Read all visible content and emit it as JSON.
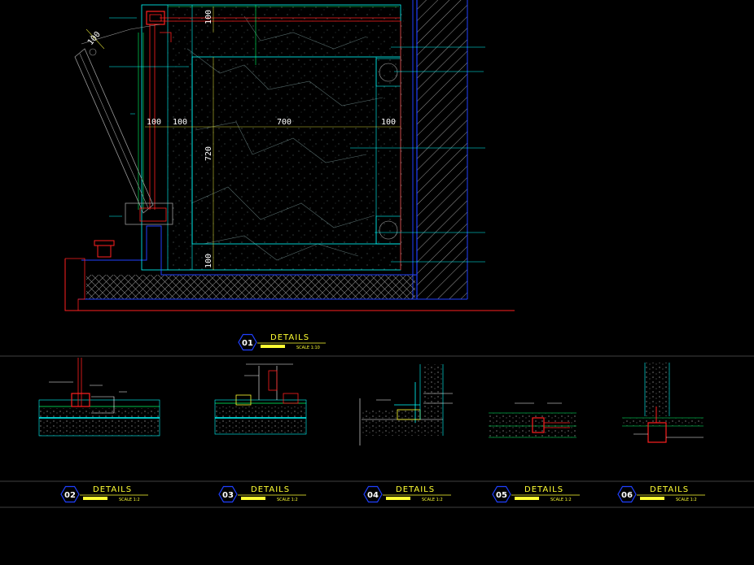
{
  "main_plan": {
    "dimensions": {
      "top": "100",
      "left_a": "100",
      "left_b": "100",
      "center": "700",
      "right": "100",
      "vertical": "720",
      "bottom": "100",
      "small": "100"
    }
  },
  "details": [
    {
      "number": "01",
      "title": "DETAILS",
      "scale": "SCALE 1:10"
    },
    {
      "number": "02",
      "title": "DETAILS",
      "scale": "SCALE 1:2"
    },
    {
      "number": "03",
      "title": "DETAILS",
      "scale": "SCALE 1:2"
    },
    {
      "number": "04",
      "title": "DETAILS",
      "scale": "SCALE 1:2"
    },
    {
      "number": "05",
      "title": "DETAILS",
      "scale": "SCALE 1:2"
    },
    {
      "number": "06",
      "title": "DETAILS",
      "scale": "SCALE 1:2"
    }
  ],
  "colors": {
    "background": "#000000",
    "cyan": "#00ffff",
    "green": "#00ff66",
    "red": "#ff2020",
    "blue": "#2040ff",
    "yellow": "#ffff33",
    "gray": "#9a9a9a",
    "white": "#ffffff"
  }
}
